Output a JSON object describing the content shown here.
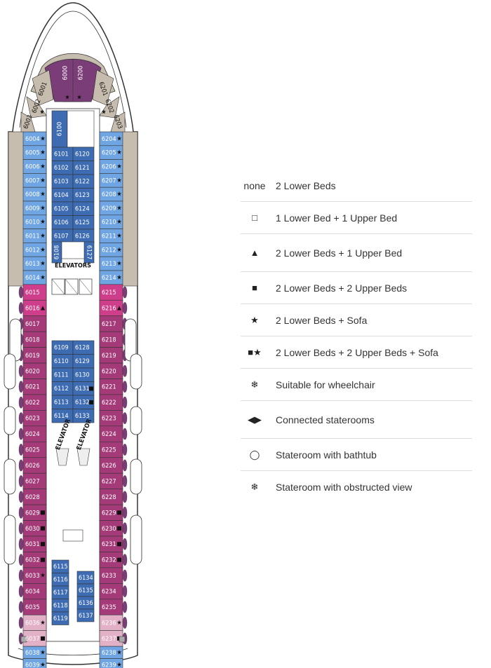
{
  "colors": {
    "blue": "#6fa5e2",
    "darkblue": "#3e6cb3",
    "purple": "#7a3d77",
    "magenta": "#a43b78",
    "pink": "#cf3e8a",
    "lightpink": "#e3b1c7",
    "gray": "#c7bdae",
    "outline": "#333333"
  },
  "deck": {
    "elevators_label": "ELEVATORS",
    "elevator_label": "ELEVATOR",
    "bow": {
      "center": [
        "6000",
        "6200"
      ],
      "left": [
        "6001",
        "6002",
        "6003"
      ],
      "right": [
        "6201",
        "6202",
        "6203"
      ]
    },
    "left_column": [
      {
        "n": "6004",
        "s": "star",
        "c": "blue"
      },
      {
        "n": "6005",
        "s": "star",
        "c": "blue"
      },
      {
        "n": "6006",
        "s": "star",
        "c": "blue"
      },
      {
        "n": "6007",
        "s": "star",
        "c": "blue"
      },
      {
        "n": "6008",
        "s": "star",
        "c": "blue"
      },
      {
        "n": "6009",
        "s": "star",
        "c": "blue"
      },
      {
        "n": "6010",
        "s": "star",
        "c": "blue"
      },
      {
        "n": "6011",
        "s": "star",
        "c": "blue"
      },
      {
        "n": "6012",
        "s": "star",
        "c": "blue"
      },
      {
        "n": "6013",
        "s": "star",
        "c": "blue"
      },
      {
        "n": "6014",
        "s": "star",
        "c": "blue"
      },
      {
        "n": "6015",
        "s": "",
        "c": "pink"
      },
      {
        "n": "6016",
        "s": "tri",
        "c": "pink"
      },
      {
        "n": "6017",
        "s": "",
        "c": "magenta"
      },
      {
        "n": "6018",
        "s": "",
        "c": "magenta"
      },
      {
        "n": "6019",
        "s": "",
        "c": "magenta"
      },
      {
        "n": "6020",
        "s": "",
        "c": "magenta"
      },
      {
        "n": "6021",
        "s": "",
        "c": "magenta"
      },
      {
        "n": "6022",
        "s": "",
        "c": "magenta"
      },
      {
        "n": "6023",
        "s": "",
        "c": "magenta"
      },
      {
        "n": "6024",
        "s": "",
        "c": "magenta"
      },
      {
        "n": "6025",
        "s": "",
        "c": "magenta"
      },
      {
        "n": "6026",
        "s": "",
        "c": "magenta"
      },
      {
        "n": "6027",
        "s": "",
        "c": "magenta"
      },
      {
        "n": "6028",
        "s": "",
        "c": "magenta"
      },
      {
        "n": "6029",
        "s": "sq",
        "c": "magenta"
      },
      {
        "n": "6030",
        "s": "sq",
        "c": "magenta"
      },
      {
        "n": "6031",
        "s": "sq",
        "c": "magenta"
      },
      {
        "n": "6032",
        "s": "sq",
        "c": "magenta"
      },
      {
        "n": "6033",
        "s": "star",
        "c": "magenta"
      },
      {
        "n": "6034",
        "s": "",
        "c": "magenta"
      },
      {
        "n": "6035",
        "s": "",
        "c": "magenta"
      },
      {
        "n": "6036",
        "s": "star",
        "c": "lightpink"
      },
      {
        "n": "6037",
        "s": "sq",
        "c": "lightpink"
      },
      {
        "n": "6038",
        "s": "star",
        "c": "blue"
      },
      {
        "n": "6039",
        "s": "star",
        "c": "blue"
      }
    ],
    "right_column": [
      {
        "n": "6204",
        "s": "star",
        "c": "blue"
      },
      {
        "n": "6205",
        "s": "star",
        "c": "blue"
      },
      {
        "n": "6206",
        "s": "star",
        "c": "blue"
      },
      {
        "n": "6207",
        "s": "star",
        "c": "blue"
      },
      {
        "n": "6208",
        "s": "star",
        "c": "blue"
      },
      {
        "n": "6209",
        "s": "star",
        "c": "blue"
      },
      {
        "n": "6210",
        "s": "star",
        "c": "blue"
      },
      {
        "n": "6211",
        "s": "star",
        "c": "blue"
      },
      {
        "n": "6212",
        "s": "star",
        "c": "blue"
      },
      {
        "n": "6213",
        "s": "star",
        "c": "blue"
      },
      {
        "n": "6214",
        "s": "star",
        "c": "blue"
      },
      {
        "n": "6215",
        "s": "",
        "c": "pink"
      },
      {
        "n": "6216",
        "s": "tri",
        "c": "pink"
      },
      {
        "n": "6217",
        "s": "",
        "c": "magenta"
      },
      {
        "n": "6218",
        "s": "",
        "c": "magenta"
      },
      {
        "n": "6219",
        "s": "",
        "c": "magenta"
      },
      {
        "n": "6220",
        "s": "",
        "c": "magenta"
      },
      {
        "n": "6221",
        "s": "",
        "c": "magenta"
      },
      {
        "n": "6222",
        "s": "",
        "c": "magenta"
      },
      {
        "n": "6223",
        "s": "",
        "c": "magenta"
      },
      {
        "n": "6224",
        "s": "",
        "c": "magenta"
      },
      {
        "n": "6225",
        "s": "",
        "c": "magenta"
      },
      {
        "n": "6226",
        "s": "",
        "c": "magenta"
      },
      {
        "n": "6227",
        "s": "",
        "c": "magenta"
      },
      {
        "n": "6228",
        "s": "",
        "c": "magenta"
      },
      {
        "n": "6229",
        "s": "sq",
        "c": "magenta"
      },
      {
        "n": "6230",
        "s": "sq",
        "c": "magenta"
      },
      {
        "n": "6231",
        "s": "sq",
        "c": "magenta"
      },
      {
        "n": "6232",
        "s": "sq",
        "c": "magenta"
      },
      {
        "n": "6233",
        "s": "",
        "c": "magenta"
      },
      {
        "n": "6234",
        "s": "",
        "c": "magenta"
      },
      {
        "n": "6235",
        "s": "",
        "c": "magenta"
      },
      {
        "n": "6236",
        "s": "star",
        "c": "lightpink"
      },
      {
        "n": "6237",
        "s": "sq",
        "c": "lightpink"
      },
      {
        "n": "6238",
        "s": "star",
        "c": "blue"
      },
      {
        "n": "6239",
        "s": "star",
        "c": "blue"
      }
    ],
    "inner_top": {
      "top_cabin": "6100",
      "left": [
        "6101",
        "6102",
        "6103",
        "6104",
        "6105",
        "6106",
        "6107"
      ],
      "right": [
        "6120",
        "6121",
        "6122",
        "6123",
        "6124",
        "6125",
        "6126"
      ],
      "bottom_left": "6108",
      "bottom_right": "6127"
    },
    "inner_middle": {
      "left": [
        "6109",
        "6110",
        "6111",
        "6112",
        "6113",
        "6114"
      ],
      "right": [
        {
          "n": "6128",
          "s": ""
        },
        {
          "n": "6129",
          "s": ""
        },
        {
          "n": "6130",
          "s": ""
        },
        {
          "n": "6131",
          "s": "sq"
        },
        {
          "n": "6132",
          "s": "sq"
        },
        {
          "n": "6133",
          "s": ""
        }
      ]
    },
    "inner_aft": {
      "left": [
        "6115",
        "6116",
        "6117",
        "6118",
        "6119"
      ],
      "right": [
        "6134",
        "6135",
        "6136",
        "6137"
      ]
    }
  },
  "legend": [
    {
      "sym": "none",
      "icon": "none-text",
      "label": "2 Lower Beds"
    },
    {
      "sym": "□",
      "icon": "open-square-icon",
      "label": "1 Lower Bed + 1 Upper Bed"
    },
    {
      "sym": "▲",
      "icon": "triangle-icon",
      "label": "2 Lower Beds + 1 Upper Bed"
    },
    {
      "sym": "■",
      "icon": "filled-square-icon",
      "label": "2 Lower Beds + 2 Upper Beds"
    },
    {
      "sym": "★",
      "icon": "star-icon",
      "label": "2 Lower Beds + Sofa"
    },
    {
      "sym": "■★",
      "icon": "square-star-icon",
      "label": "2 Lower Beds + 2 Upper Beds + Sofa"
    },
    {
      "sym": "❄",
      "icon": "wheelchair-icon",
      "label": "Suitable for wheelchair"
    },
    {
      "sym": "◀▶",
      "icon": "connected-icon",
      "label": "Connected staterooms"
    },
    {
      "sym": "◯",
      "icon": "bathtub-icon",
      "label": "Stateroom with bathtub"
    },
    {
      "sym": "❄",
      "icon": "obstructed-view-icon",
      "label": "Stateroom with obstructed view"
    }
  ]
}
